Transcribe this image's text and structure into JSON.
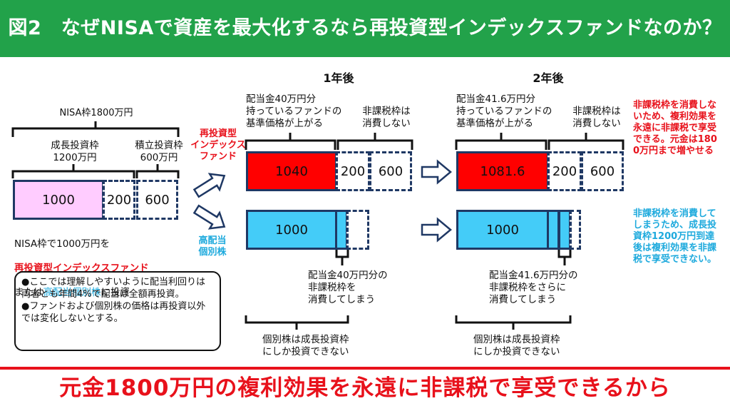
{
  "header": {
    "title": "図2　なぜNISAで資産を最大化するなら再投資型インデックスファンドなのか？"
  },
  "left": {
    "nisa_total": "NISA枠1800万円",
    "growth_label": "成長投資枠\n1200万円",
    "tsumitate_label": "積立投資枠\n600万円",
    "bar_values": [
      "1000",
      "200",
      "600"
    ],
    "invest_line1": "NISA枠で1000万円を",
    "invest_line2": "再投資型インデックスファンド",
    "invest_line3a": "または",
    "invest_line3b": "高配当個別株",
    "invest_line3c": "に投資",
    "note": "●ここでは理解しやすいように配当利回りは両者とも年間4%で配当は全額再投資。\n●ファンドおよび個別株の価格は再投資以外では変化しないとする。"
  },
  "arrows": {
    "fund_label": "再投資型\nインデックス\nファンド",
    "stock_label": "高配当\n個別株"
  },
  "year1": {
    "title": "1年後",
    "fund_note": "配当金40万円分\n持っているファンドの\n基準価格が上がる",
    "tax_note": "非課税枠は\n消費しない",
    "fund_values": [
      "1040",
      "200",
      "600"
    ],
    "stock_value": "1000",
    "stock_note": "配当金40万円分の\n非課税枠を\n消費してしまう",
    "bottom_note": "個別株は成長投資枠\nにしか投資できない"
  },
  "year2": {
    "title": "2年後",
    "fund_note": "配当金41.6万円分\n持っているファンドの\n基準価格が上がる",
    "tax_note": "非課税枠は\n消費しない",
    "fund_values": [
      "1081.6",
      "200",
      "600"
    ],
    "stock_value": "1000",
    "stock_note": "配当金41.6万円分の\n非課税枠をさらに\n消費してしまう",
    "bottom_note": "個別株は成長投資枠\nにしか投資できない"
  },
  "right_notes": {
    "fund": "非課税枠を消費しないため、複利効果を永遠に非課税で享受できる。元金は1800万円まで増やせる",
    "stock": "非課税枠を消費してしまうため、成長投資枠1200万円到達後は複利効果を非課税で享受できない。"
  },
  "footer": {
    "text": "元金1800万円の複利効果を永遠に非課税で享受できるから"
  },
  "colors": {
    "header_bg": "#22a24a",
    "red": "#e8111b",
    "blue": "#1eaadd",
    "pink": "#ffccff",
    "cyan": "#44ccf8",
    "box_border": "#1f3864"
  }
}
